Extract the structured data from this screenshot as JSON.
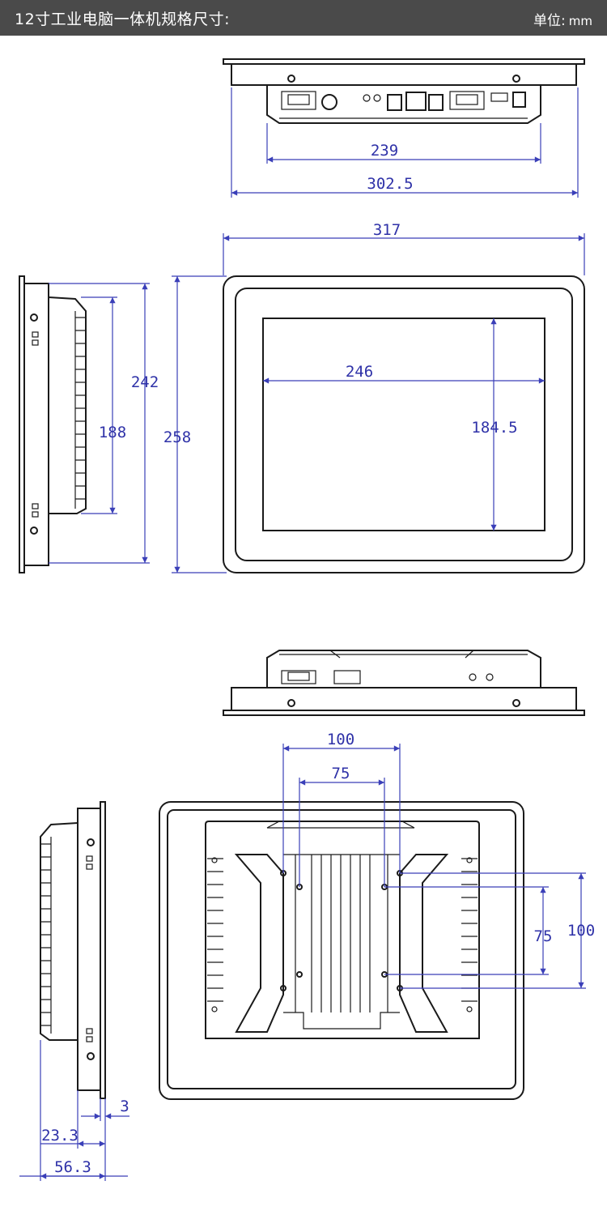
{
  "header": {
    "title": "12寸工业电脑一体机规格尺寸:",
    "unit_label": "单位:",
    "unit_value": "mm"
  },
  "dimensions": {
    "top_io_width": "239",
    "top_panel_width": "302.5",
    "front_width": "317",
    "screen_width": "246",
    "screen_height": "184.5",
    "side_height_242": "242",
    "side_height_188": "188",
    "front_height": "258",
    "vesa_h_outer": "100",
    "vesa_h_inner": "75",
    "vesa_v_inner": "75",
    "vesa_v_outer": "100",
    "panel_thickness": "3",
    "depth_body": "23.3",
    "depth_total": "56.3"
  },
  "colors": {
    "header_bg": "#4a4a4a",
    "dimension_text": "#2f32a8",
    "line": "#1a1a1a"
  }
}
